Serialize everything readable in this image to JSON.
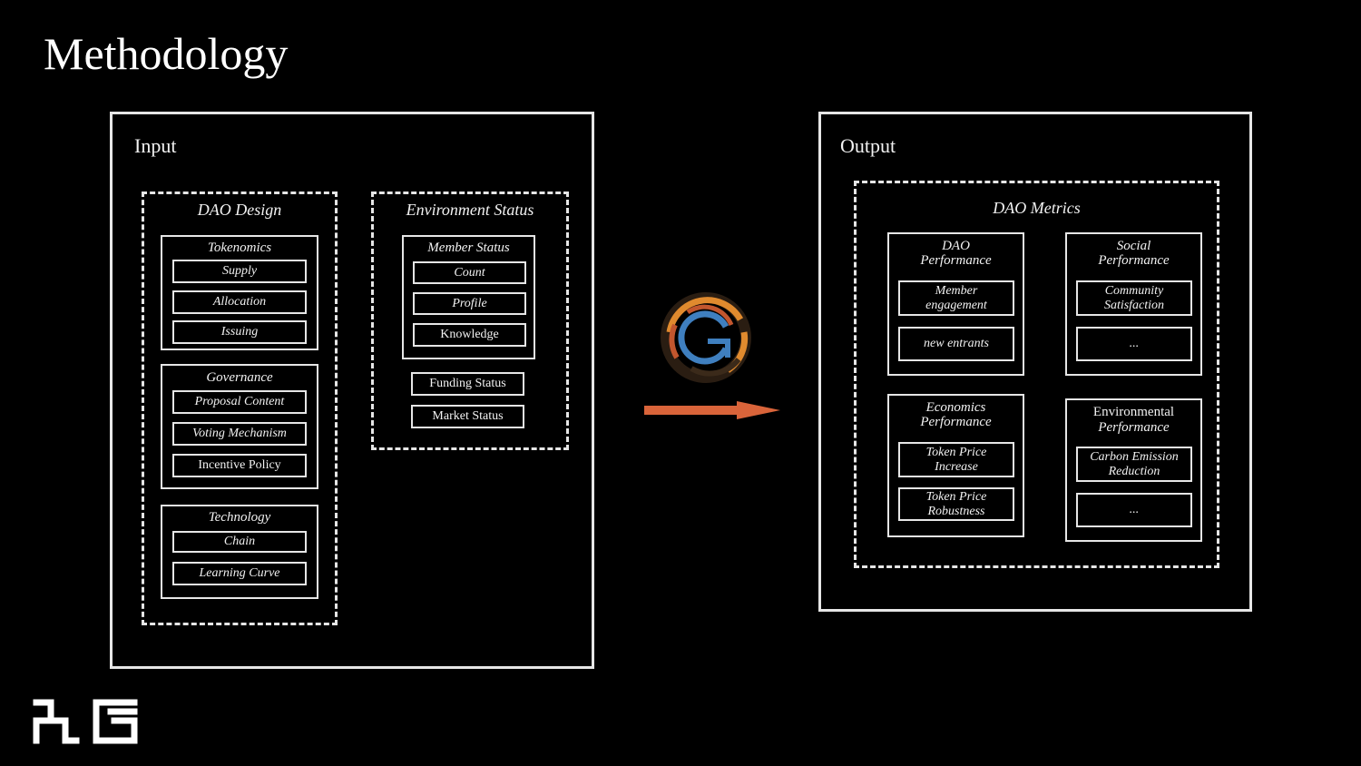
{
  "title": "Methodology",
  "input": {
    "label": "Input",
    "dao_design": {
      "label": "DAO Design",
      "tokenomics": {
        "label": "Tokenomics",
        "items": [
          "Supply",
          "Allocation",
          "Issuing"
        ]
      },
      "governance": {
        "label": "Governance",
        "items": [
          "Proposal Content",
          "Voting Mechanism",
          "Incentive Policy"
        ]
      },
      "technology": {
        "label": "Technology",
        "items": [
          "Chain",
          "Learning Curve"
        ]
      }
    },
    "environment_status": {
      "label": "Environment Status",
      "member_status": {
        "label": "Member Status",
        "items": [
          "Count",
          "Profile",
          "Knowledge"
        ]
      },
      "funding_status": "Funding Status",
      "market_status": "Market Status"
    }
  },
  "output": {
    "label": "Output",
    "dao_metrics": {
      "label": "DAO Metrics",
      "dao_performance": {
        "label_1": "DAO",
        "label_2": "Performance",
        "items": [
          [
            "Member",
            "engagement"
          ],
          [
            "new entrants",
            ""
          ]
        ]
      },
      "social_performance": {
        "label_1": "Social",
        "label_2": "Performance",
        "items": [
          [
            "Community",
            "Satisfaction"
          ],
          [
            "...",
            ""
          ]
        ]
      },
      "economics_performance": {
        "label_1": "Economics",
        "label_2": "Performance",
        "items": [
          [
            "Token Price",
            "Increase"
          ],
          [
            "Token Price",
            "Robustness"
          ]
        ]
      },
      "environmental_performance": {
        "label_1": "Environmental",
        "label_2": "Performance",
        "items": [
          [
            "Carbon Emission",
            "Reduction"
          ],
          [
            "...",
            ""
          ]
        ]
      }
    }
  },
  "colors": {
    "arrow": "#d9643a",
    "ring_orange": "#e08a2e",
    "ring_blue": "#3f7fbf",
    "ring_red": "#c2562e",
    "logo_bg": "#2a1d12"
  },
  "icons": {
    "center": "circular-g-logo-icon",
    "arrow": "right-arrow-icon",
    "brand": "bg-brand-logo-icon"
  }
}
